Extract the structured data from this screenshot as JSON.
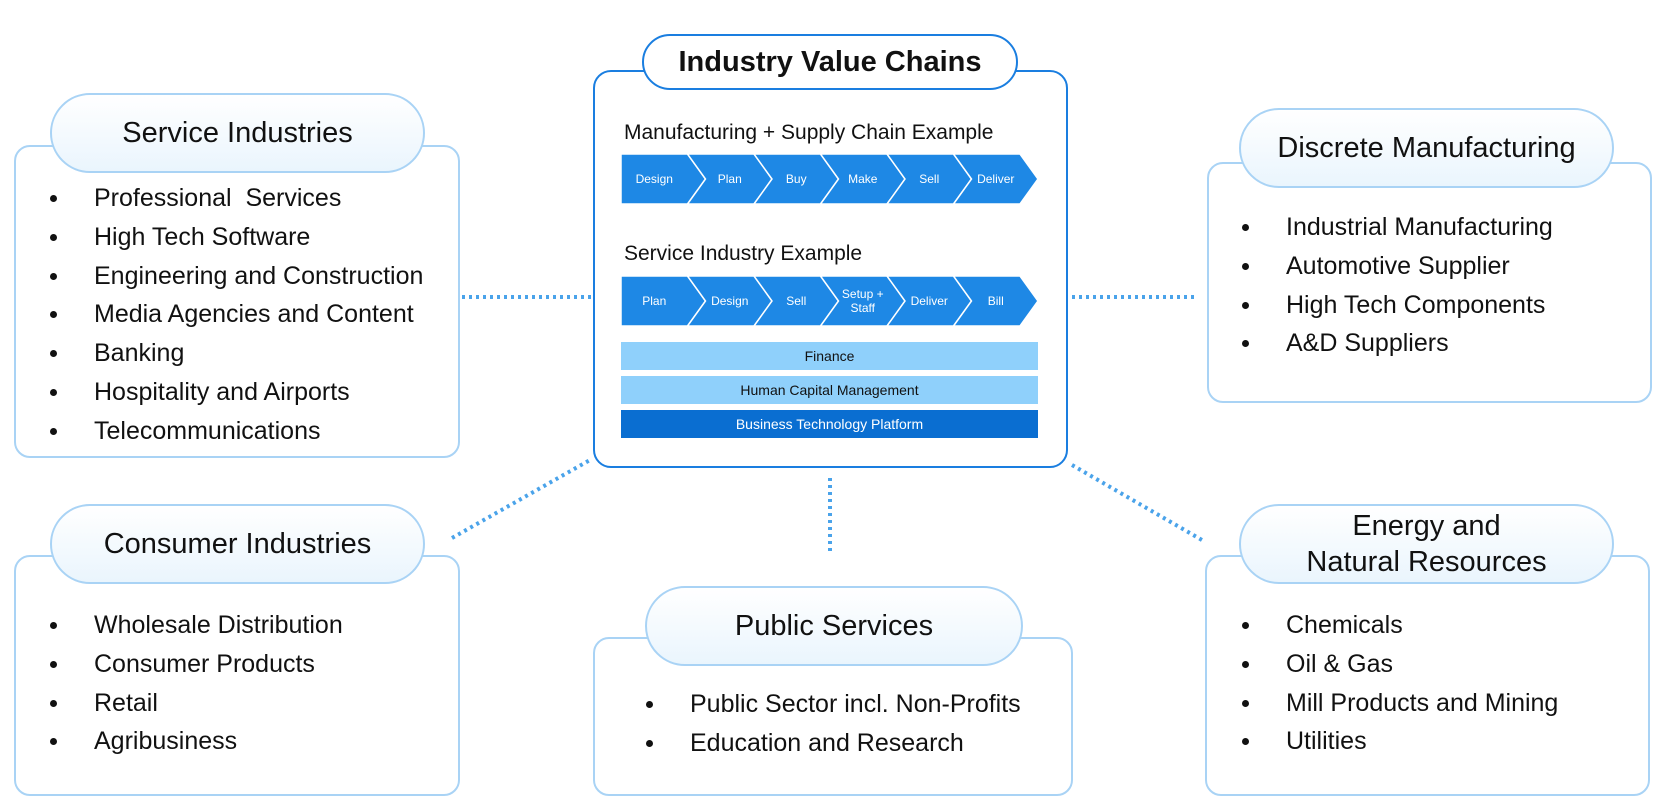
{
  "center": {
    "title": "Industry Value Chains",
    "manufacturing": {
      "title": "Manufacturing + Supply Chain Example",
      "steps": [
        "Design",
        "Plan",
        "Buy",
        "Make",
        "Sell",
        "Deliver"
      ]
    },
    "service": {
      "title": "Service Industry Example",
      "steps": [
        "Plan",
        "Design",
        "Sell",
        "Setup +\nStaff",
        "Deliver",
        "Bill"
      ]
    },
    "bands": {
      "finance": "Finance",
      "hcm": "Human Capital Management",
      "btp": "Business Technology Platform"
    }
  },
  "service_industries": {
    "title": "Service Industries",
    "items": [
      "Professional  Services",
      "High Tech Software",
      "Engineering and Construction",
      "Media Agencies and Content",
      "Banking",
      "Hospitality and Airports",
      "Telecommunications"
    ]
  },
  "consumer_industries": {
    "title": "Consumer Industries",
    "items": [
      "Wholesale Distribution",
      "Consumer Products",
      "Retail",
      "Agribusiness"
    ]
  },
  "public_services": {
    "title": "Public Services",
    "items": [
      "Public Sector incl. Non-Profits",
      "Education and Research"
    ]
  },
  "discrete_manufacturing": {
    "title": "Discrete Manufacturing",
    "items": [
      "Industrial Manufacturing",
      "Automotive Supplier",
      "High Tech Components",
      "A&D Suppliers"
    ]
  },
  "energy": {
    "title_line1": "Energy and",
    "title_line2": "Natural Resources",
    "items": [
      "Chemicals",
      "Oil & Gas",
      "Mill Products and Mining",
      "Utilities"
    ]
  },
  "colors": {
    "chevron": "#1e88e5",
    "band_light": "#8fd0fb",
    "band_dark": "#0a6ed1",
    "card_border": "#a9d3f5",
    "center_border": "#1a7ee0"
  }
}
